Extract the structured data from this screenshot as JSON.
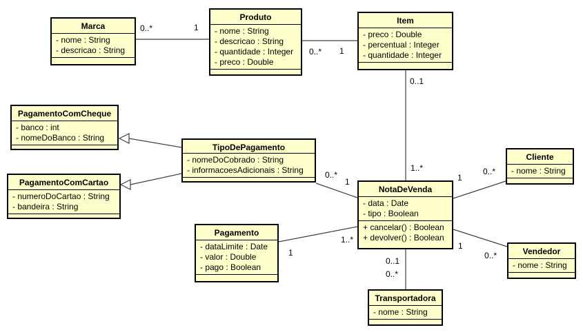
{
  "classes": {
    "marca": {
      "title": "Marca",
      "attributes": [
        "- nome : String",
        "- descricao : String"
      ],
      "methods": []
    },
    "produto": {
      "title": "Produto",
      "attributes": [
        "- nome : String",
        "- descricao : String",
        "- quantidade : Integer",
        "- preco : Double"
      ],
      "methods": []
    },
    "item": {
      "title": "Item",
      "attributes": [
        "- preco : Double",
        "- percentual : Integer",
        "- quantidade : Integer"
      ],
      "methods": []
    },
    "pagamento_com_cheque": {
      "title": "PagamentoComCheque",
      "attributes": [
        "- banco : int",
        "- nomeDoBanco : String"
      ],
      "methods": []
    },
    "pagamento_com_cartao": {
      "title": "PagamentoComCartao",
      "attributes": [
        "- numeroDoCartao : String",
        "- bandeira : String"
      ],
      "methods": []
    },
    "tipo_de_pagamento": {
      "title": "TipoDePagamento",
      "attributes": [
        "- nomeDoCobrado : String",
        "- informacoesAdicionais : String"
      ],
      "methods": []
    },
    "nota_de_venda": {
      "title": "NotaDeVenda",
      "attributes": [
        "- data : Date",
        "- tipo : Boolean"
      ],
      "methods": [
        "+ cancelar() : Boolean",
        "+ devolver() : Boolean"
      ]
    },
    "pagamento": {
      "title": "Pagamento",
      "attributes": [
        "- dataLimite : Date",
        "- valor : Double",
        "- pago : Boolean"
      ],
      "methods": []
    },
    "cliente": {
      "title": "Cliente",
      "attributes": [
        "- nome : String"
      ],
      "methods": []
    },
    "vendedor": {
      "title": "Vendedor",
      "attributes": [
        "- nome : String"
      ],
      "methods": []
    },
    "transportadora": {
      "title": "Transportadora",
      "attributes": [
        "- nome : String"
      ],
      "methods": []
    }
  },
  "labels": {
    "marca_to_produto_at_marca": "0..*",
    "marca_to_produto_at_produto": "1",
    "produto_to_item_at_produto": "0..*",
    "produto_to_item_at_item": "1",
    "item_to_nota_at_item": "0..1",
    "item_to_nota_at_nota": "1..*",
    "tipo_to_nota_at_tipo": "0..*",
    "tipo_to_nota_at_nota": "1",
    "nota_to_cliente_at_nota": "1",
    "nota_to_cliente_at_cliente": "0..*",
    "nota_to_vendedor_at_nota": "1",
    "nota_to_vendedor_at_vendedor": "0..*",
    "pagamento_to_nota_at_nota": "1..*",
    "pagamento_to_nota_at_pagamento": "1",
    "nota_to_transportadora_at_nota": "0..1",
    "nota_to_transportadora_at_transportadora": "0..*"
  },
  "colors": {
    "class_fill": "#ffffcc",
    "class_border": "#000000",
    "connector": "#3f3f3f",
    "background": "#ffffff"
  }
}
